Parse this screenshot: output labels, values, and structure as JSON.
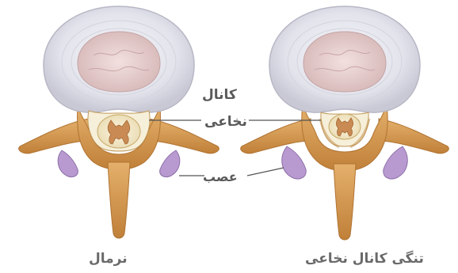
{
  "labels": {
    "canal": "کانال",
    "spinal": "نخاعی",
    "nerve": "عصب"
  },
  "captions": {
    "normal": "نرمال",
    "stenosis": "تنگی کانال نخاعی"
  },
  "colors": {
    "disc_outer": "#e7e7ef",
    "disc_inner": "#e6cfcf",
    "bone": "#d9a15a",
    "bone_dark": "#b97a35",
    "nerve_purple": "#b89ad0",
    "cord": "#f3ead0",
    "gray_matter": "#c98a53",
    "leader": "#555555"
  }
}
